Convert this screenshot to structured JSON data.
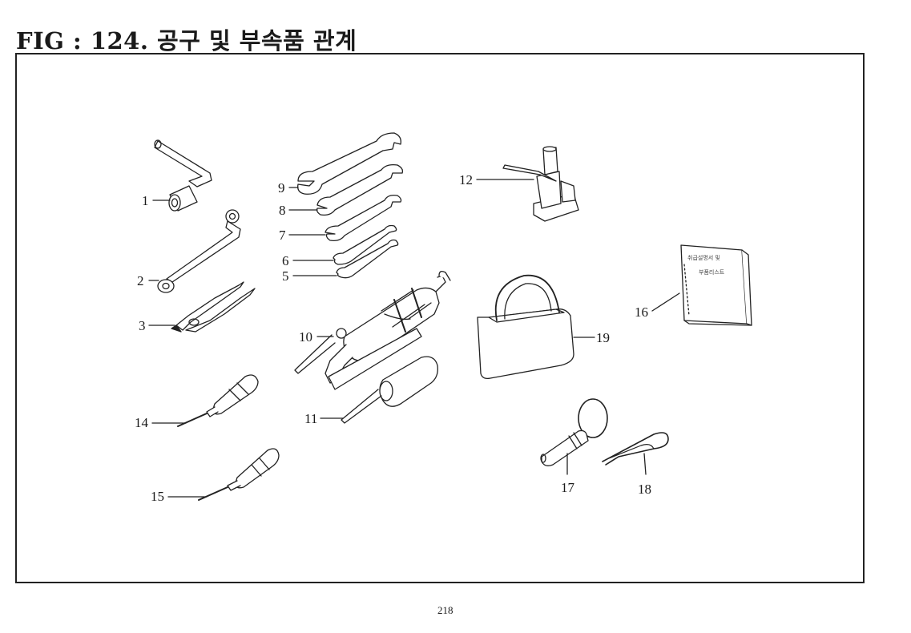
{
  "header": {
    "figure_title": "FIG : 124.  공구 및 부속품 관계"
  },
  "callouts": {
    "c1": "1",
    "c2": "2",
    "c3": "3",
    "c5": "5",
    "c6": "6",
    "c7": "7",
    "c8": "8",
    "c9": "9",
    "c10": "10",
    "c11": "11",
    "c12": "12",
    "c14": "14",
    "c15": "15",
    "c16": "16",
    "c17": "17",
    "c18": "18",
    "c19": "19"
  },
  "booklet": {
    "line1": "취급설명서 및",
    "line2": "부품리스트"
  },
  "footer": {
    "page_number": "218"
  }
}
